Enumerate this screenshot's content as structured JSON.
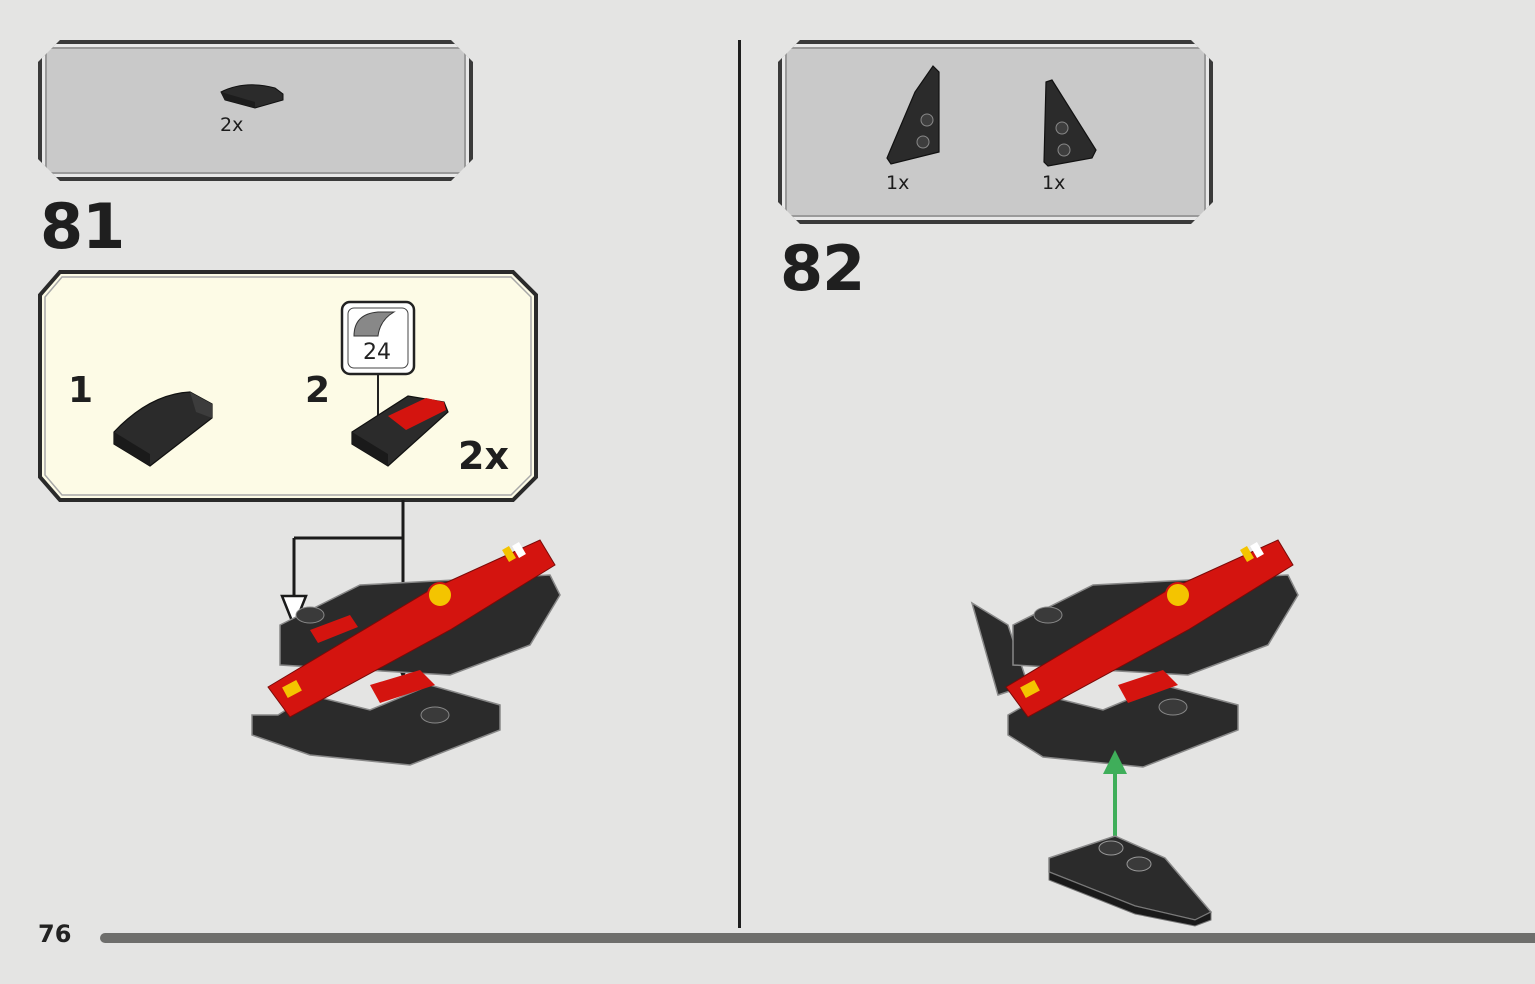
{
  "page": {
    "number": "76"
  },
  "steps": [
    {
      "number": "81",
      "parts": [
        {
          "name": "curved-slope-1x2-dark",
          "qty": "2x"
        }
      ],
      "sub_assembly": {
        "steps": [
          {
            "number": "1"
          },
          {
            "number": "2"
          }
        ],
        "sticker_number": "24",
        "multiplier": "2x"
      }
    },
    {
      "number": "82",
      "parts": [
        {
          "name": "wedge-plate-left-dark",
          "qty": "1x"
        },
        {
          "name": "wedge-plate-right-dark",
          "qty": "1x"
        }
      ]
    }
  ],
  "colors": {
    "background": "#e4e4e3",
    "parts_box": "#c9c9c9",
    "sub_box": "#fdfbe6",
    "brick_dark": "#2b2b2b",
    "brick_red": "#d4140f",
    "arrow_green": "#3fae5a"
  },
  "icons": {
    "sticker": "sticker-page-icon"
  }
}
